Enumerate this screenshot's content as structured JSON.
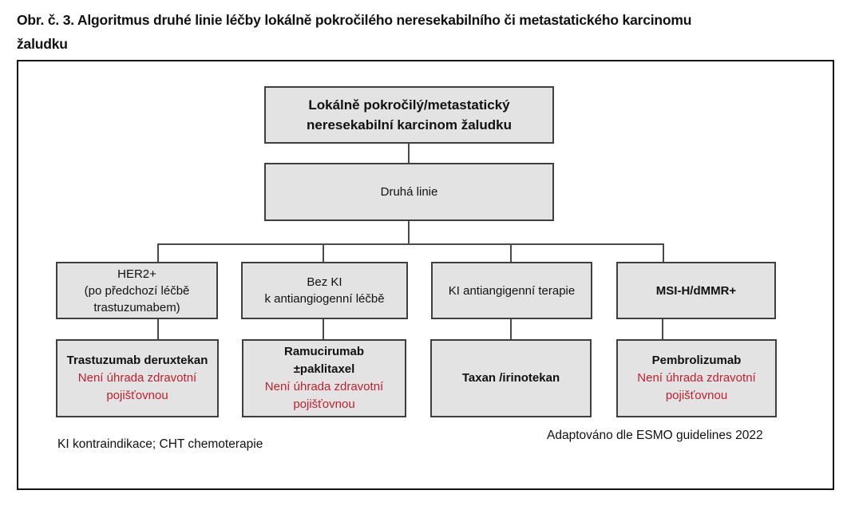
{
  "title": {
    "line1": "Obr. č. 3. Algoritmus druhé linie léčby lokálně pokročilého neresekabilního či metastatického karcinomu",
    "line2": "žaludku"
  },
  "flowchart": {
    "root": {
      "line1": "Lokálně pokročilý/metastatický",
      "line2": "neresekabilní karcinom žaludku"
    },
    "second_line": "Druhá linie",
    "columns": [
      {
        "condition_lines": [
          "HER2+",
          "(po předchozí léčbě",
          "trastuzumabem)"
        ],
        "treatment_lines": [
          "Trastuzumab deruxtekan"
        ],
        "note": "Není úhrada zdravotní pojišťovnou"
      },
      {
        "condition_lines": [
          "Bez KI",
          "k antiangiogenní léčbě"
        ],
        "treatment_lines": [
          "Ramucirumab",
          "±paklitaxel"
        ],
        "note": "Není úhrada zdravotní pojišťovnou"
      },
      {
        "condition_lines": [
          "KI antiangigenní terapie"
        ],
        "treatment_lines": [
          "Taxan /irinotekan"
        ]
      },
      {
        "condition_lines": [
          "MSI-H/dMMR+"
        ],
        "treatment_lines": [
          "Pembrolizumab"
        ],
        "note": "Není úhrada zdravotní pojišťovnou"
      }
    ]
  },
  "footnotes": {
    "left": "KI kontraindikace; CHT chemoterapie",
    "right": "Adaptováno dle ESMO guidelines 2022"
  },
  "colors": {
    "box_fill": "#e3e3e3",
    "box_border": "#3f3f3f",
    "connector": "#4a4a4a",
    "note_red": "#c2202e",
    "frame_border": "#141414"
  }
}
